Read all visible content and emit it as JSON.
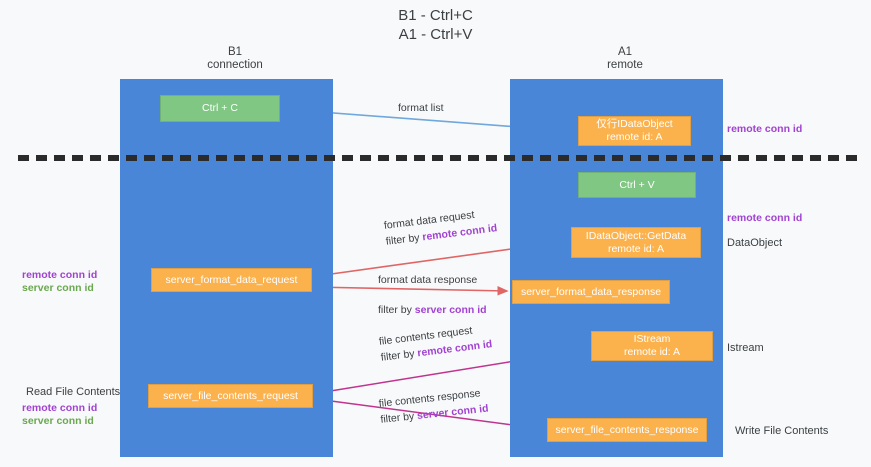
{
  "title": "B1 - Ctrl+C\nA1 - Ctrl+V",
  "columns": {
    "left": {
      "header": "B1\nconnection",
      "name": "B1",
      "role": "connection"
    },
    "right": {
      "header": "A1\nremote",
      "name": "A1",
      "role": "remote"
    }
  },
  "nodes": {
    "ctrl_c": "Ctrl + C",
    "idataobject": "仅行IDataObject\nremote id: A",
    "ctrl_v": "Ctrl + V",
    "getdata": "IDataObject::GetData\nremote id: A",
    "server_format_data_request": "server_format_data_request",
    "server_format_data_response": "server_format_data_response",
    "istream": "IStream\nremote id: A",
    "server_file_contents_request": "server_file_contents_request",
    "server_file_contents_response": "server_file_contents_response"
  },
  "side_labels": {
    "dataobject": "DataObject",
    "istream": "Istream",
    "write_file_contents": "Write File Contents",
    "read_file_contents": "Read File Contents"
  },
  "conn_ids": {
    "remote": "remote conn id",
    "server": "server conn id"
  },
  "edges": {
    "format_list": {
      "line1": "format list",
      "line2": ""
    },
    "format_data_request": {
      "line1": "format data request",
      "prefix2": "filter by ",
      "key2": "remote conn id"
    },
    "format_data_response": {
      "line1": "format data response",
      "prefix2": "filter by ",
      "key2": "server conn id"
    },
    "file_contents_request": {
      "line1": "file contents request",
      "prefix2": "filter by ",
      "key2": "remote conn id"
    },
    "file_contents_response": {
      "line1": "file contents response",
      "prefix2": "filter by ",
      "key2": "server conn id"
    }
  },
  "colors": {
    "lane": "#4a86d8",
    "node_green": "#81c784",
    "node_orange": "#fbb14c",
    "remote_conn_id": "#a142d1",
    "server_conn_id": "#6aa84f",
    "arrow_blue": "#6fa8dc",
    "arrow_red": "#e06666",
    "arrow_magenta": "#c0338f",
    "arrow_black": "#000000",
    "background": "#f8f9fa"
  }
}
